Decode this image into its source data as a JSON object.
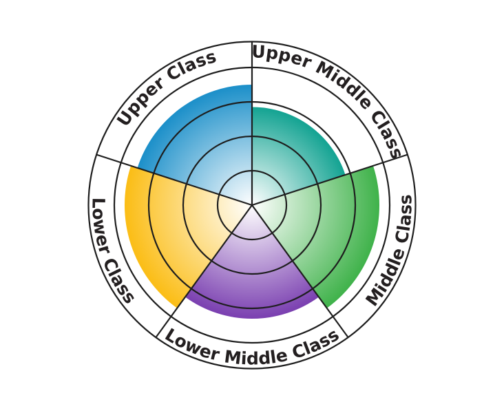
{
  "chart_data": {
    "type": "polar-area",
    "ring_count": 4,
    "max_value": 4.75,
    "grid": true,
    "legend": "none",
    "categories": [
      "Upper Class",
      "Upper Middle Class",
      "Middle Class",
      "Lower Middle Class",
      "Lower Class"
    ],
    "series": [
      {
        "category": "Upper Class",
        "value": 3.5,
        "color": "#1b8fc9"
      },
      {
        "category": "Upper Middle Class",
        "value": 2.85,
        "color": "#13a392"
      },
      {
        "category": "Middle Class",
        "value": 3.7,
        "color": "#3fb24a"
      },
      {
        "category": "Lower Middle Class",
        "value": 3.3,
        "color": "#7a3fb0"
      },
      {
        "category": "Lower Class",
        "value": 3.7,
        "color": "#fbbd15"
      }
    ]
  }
}
